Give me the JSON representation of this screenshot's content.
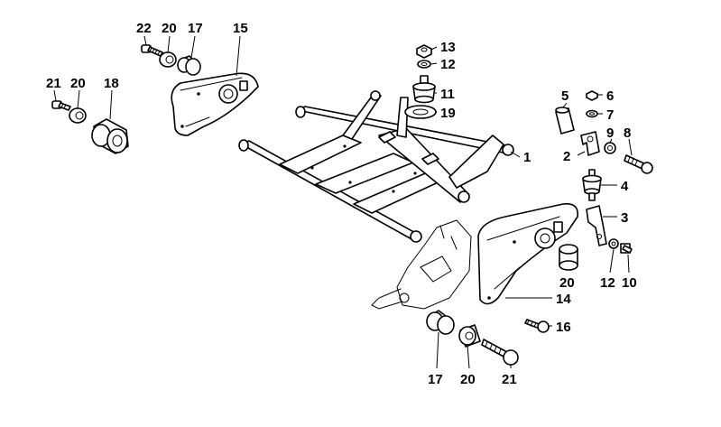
{
  "diagram": {
    "callouts": {
      "c1": "1",
      "c2": "2",
      "c3": "3",
      "c4": "4",
      "c5": "5",
      "c6": "6",
      "c7": "7",
      "c8": "8",
      "c9": "9",
      "c10": "10",
      "c11": "11",
      "c12a": "12",
      "c12b": "12",
      "c13": "13",
      "c14": "14",
      "c15": "15",
      "c16": "16",
      "c17a": "17",
      "c17b": "17",
      "c18": "18",
      "c19": "19",
      "c20a": "20",
      "c20b": "20",
      "c20c": "20",
      "c20d": "20",
      "c21a": "21",
      "c21b": "21",
      "c22": "22"
    }
  }
}
